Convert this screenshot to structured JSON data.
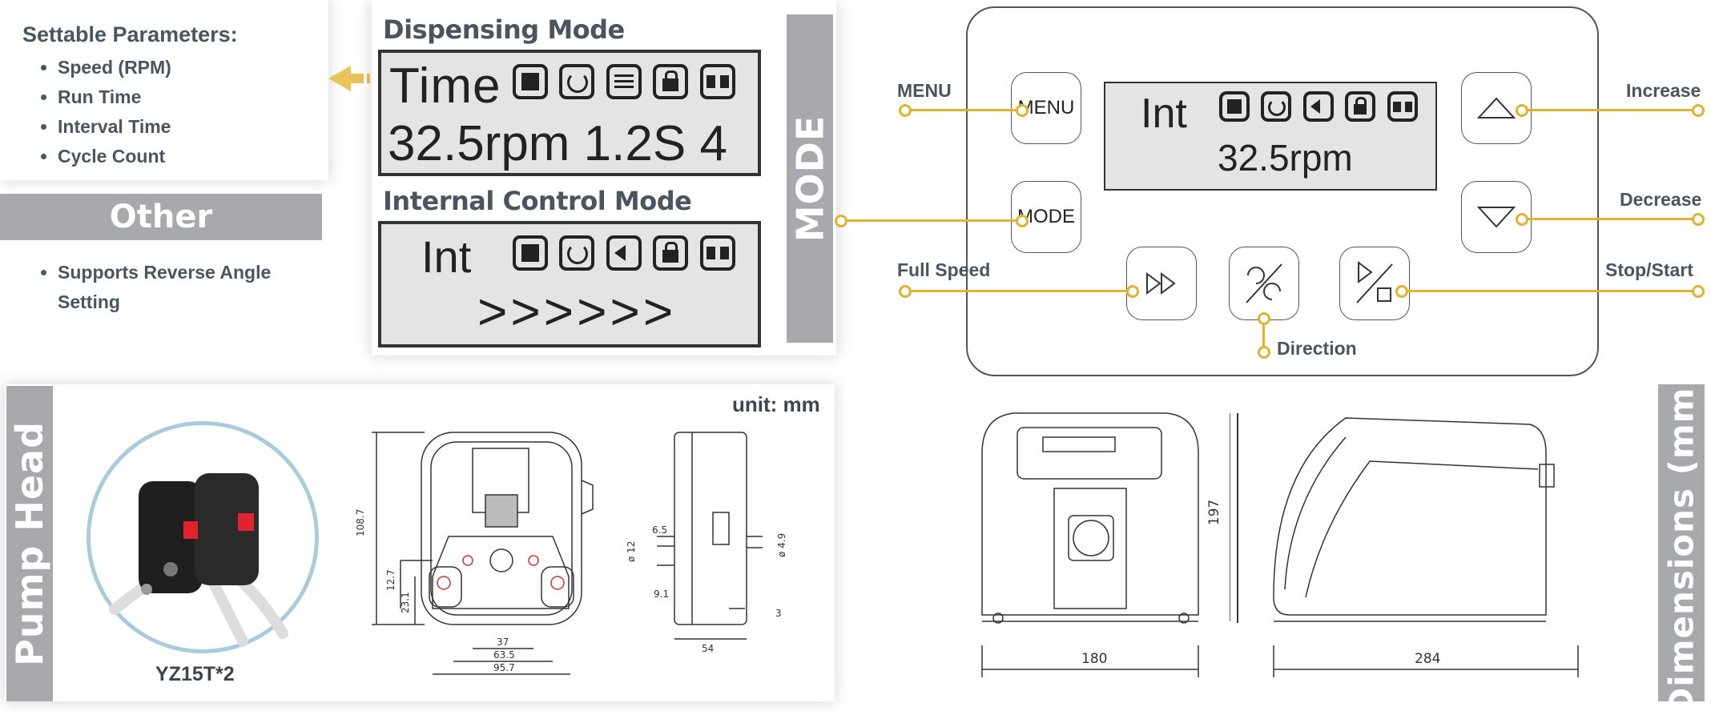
{
  "settable": {
    "title": "Settable Parameters:",
    "items": [
      "Speed (RPM)",
      "Run Time",
      "Interval Time",
      "Cycle Count"
    ]
  },
  "other": {
    "title": "Other",
    "items": [
      "Supports Reverse Angle Setting"
    ]
  },
  "dispensing": {
    "title": "Dispensing Mode",
    "line1": "Time",
    "line2": "32.5rpm 1.2S 4"
  },
  "internal": {
    "title": "Internal Control Mode",
    "line1": "Int",
    "line2": ">>>>>>"
  },
  "mode_bar": "MODE",
  "control_panel": {
    "display_line1": "Int",
    "display_line2": "32.5rpm",
    "menu_button": "MENU",
    "mode_button": "MODE",
    "callouts": {
      "menu": "MENU",
      "full_speed": "Full Speed",
      "direction": "Direction",
      "increase": "Increase",
      "decrease": "Decrease",
      "stop_start": "Stop/Start"
    }
  },
  "pump_head": {
    "bar_label": "Pump Head",
    "model": "YZ15T*2",
    "unit": "unit: mm",
    "dims": [
      "108.7",
      "12.7",
      "23.1",
      "37",
      "63.5",
      "95.7",
      "6.5",
      "ø 12",
      "9.1",
      "ø 4.9",
      "54",
      "3"
    ]
  },
  "dimensions": {
    "bar_label": "Dimensions (mm)",
    "height": "197",
    "width": "180",
    "depth": "284"
  },
  "colors": {
    "accent": "#e0b32e",
    "bar_gray": "#a7a9ac",
    "ring": "#a9cbdc"
  }
}
